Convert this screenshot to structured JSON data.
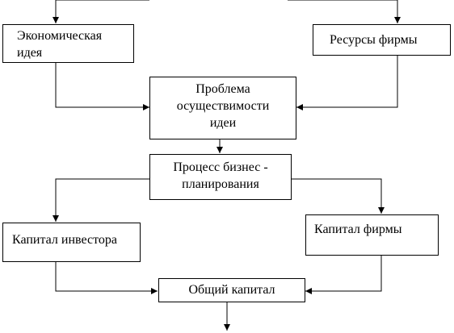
{
  "nodes": {
    "econ_idea": {
      "line1": "Экономическая",
      "line2": "идея"
    },
    "resources": {
      "line1": "Ресурсы фирмы"
    },
    "feasibility": {
      "line1": "Проблема",
      "line2": "осуществимости",
      "line3": "идеи"
    },
    "bplan": {
      "line1": "Процесс бизнес -",
      "line2": "планирования"
    },
    "investor_capital": {
      "line1": "Капитал инвестора"
    },
    "firm_capital": {
      "line1": "Капитал фирмы"
    },
    "total_capital": {
      "line1": "Общий капитал"
    }
  }
}
